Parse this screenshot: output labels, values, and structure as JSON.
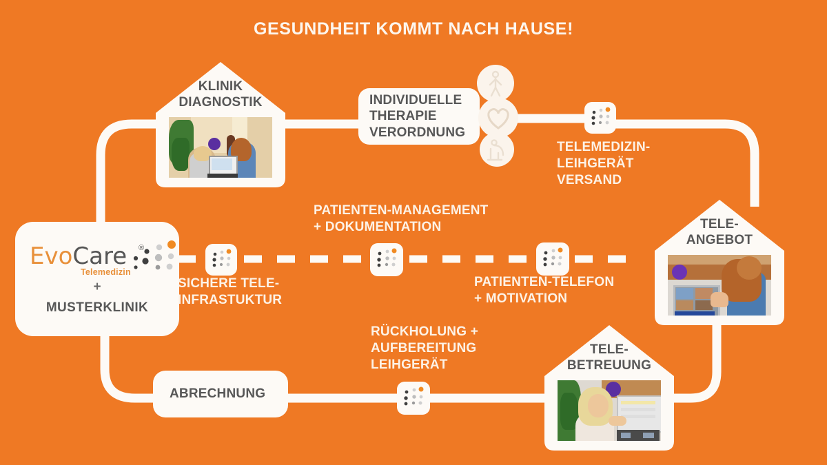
{
  "theme": {
    "background": "#ef7924",
    "card": "#fdfaf6",
    "text_dark": "#575757",
    "text_light": "#fdf2e6",
    "accent_orange": "#e8903a",
    "dot_orange": "#f08a22",
    "dot_dark": "#3f3f3f",
    "dot_grey": "#c9c9c9"
  },
  "header": {
    "title": "GESUNDHEIT KOMMT NACH HAUSE!"
  },
  "logo": {
    "part1": "Evo",
    "part2": "Care",
    "registered": "®",
    "tagline": "Telemedizin",
    "plus": "+",
    "partner": "MUSTERKLINIK",
    "dots_icon": "evocare-dots-icon"
  },
  "nodes": {
    "klinik_diagnostik": {
      "label": "KLINIK\nDIAGNOSTIK",
      "line1": "KLINIK",
      "line2": "DIAGNOSTIK",
      "photo_alt": "two-women-at-telemedicine-terminal"
    },
    "tele_angebot": {
      "line1": "TELE-",
      "line2": "ANGEBOT",
      "photo_alt": "therapist-touching-screen-in-gym"
    },
    "tele_betreuung": {
      "line1": "TELE-",
      "line2": "BETREUUNG",
      "photo_alt": "woman-using-home-telemedicine-device"
    },
    "therapie": {
      "line1": "INDIVIDUELLE",
      "line2": "THERAPIE",
      "line3": "VERORDNUNG",
      "icons": [
        "standing-person-icon",
        "heart-icon",
        "seated-exercise-person-icon"
      ]
    },
    "abrechnung": {
      "label": "ABRECHNUNG"
    }
  },
  "edge_labels": {
    "versand": {
      "line1": "TELEMEDIZIN-",
      "line2": "LEIHGERÄT",
      "line3": "VERSAND",
      "icon": "evocare-dots-icon"
    },
    "infrastruktur": {
      "line1": "SICHERE TELE-",
      "line2": "INFRASTUKTUR",
      "icon": "evocare-dots-icon"
    },
    "patientenmanagement": {
      "line1": "PATIENTEN-MANAGEMENT",
      "line2": "+ DOKUMENTATION",
      "icon": "evocare-dots-icon"
    },
    "patiententelefon": {
      "line1": "PATIENTEN-TELEFON",
      "line2": "+ MOTIVATION",
      "icon": "evocare-dots-icon"
    },
    "rueckholung": {
      "line1": "RÜCKHOLUNG +",
      "line2": "AUFBEREITUNG",
      "line3": "LEIHGERÄT",
      "icon": "evocare-dots-icon"
    }
  }
}
